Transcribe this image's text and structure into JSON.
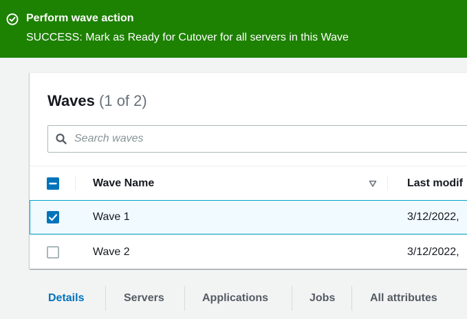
{
  "flash": {
    "type": "success",
    "icon": "check-circle-icon",
    "title": "Perform wave action",
    "message": "SUCCESS: Mark as Ready for Cutover for all servers in this Wave",
    "color": "#1d8102"
  },
  "waves_panel": {
    "title": "Waves",
    "count": "(1 of 2)",
    "search": {
      "placeholder": "Search waves",
      "value": ""
    },
    "columns": {
      "name": "Wave Name",
      "modified": "Last modif"
    },
    "rows": [
      {
        "name": "Wave 1",
        "modified": "3/12/2022,",
        "selected": true
      },
      {
        "name": "Wave 2",
        "modified": "3/12/2022,",
        "selected": false
      }
    ]
  },
  "tabs": [
    {
      "label": "Details",
      "active": true
    },
    {
      "label": "Servers",
      "active": false
    },
    {
      "label": "Applications",
      "active": false
    },
    {
      "label": "Jobs",
      "active": false
    },
    {
      "label": "All attributes",
      "active": false
    }
  ],
  "colors": {
    "accent": "#0073bb",
    "selected_row_bg": "#f1faff",
    "selected_row_border": "#00a1c9"
  }
}
